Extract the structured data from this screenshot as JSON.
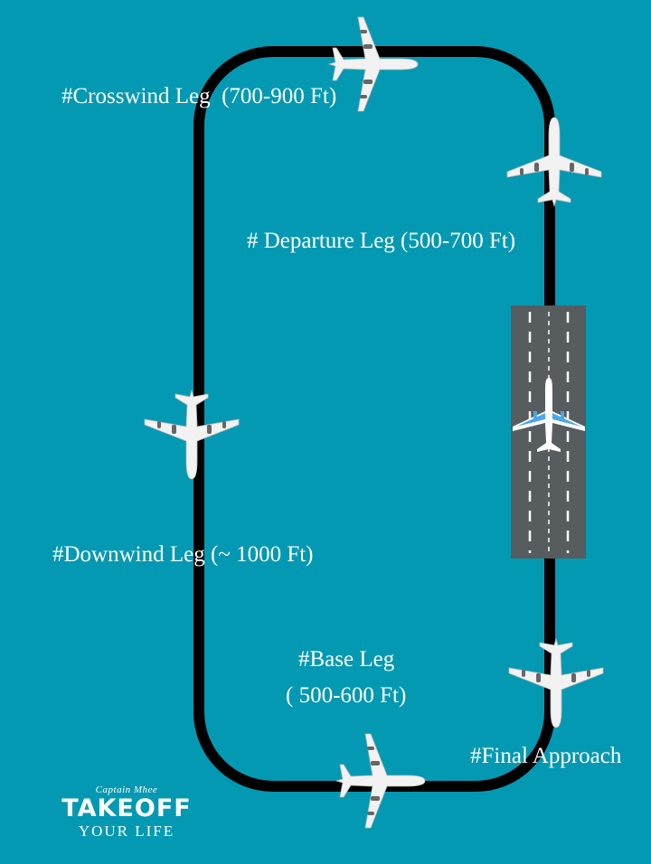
{
  "colors": {
    "background": "#0499b3",
    "track": "#000000",
    "runway": "#575c5f",
    "text": "#ffffff",
    "runway_plane_accent": "#4aa8e8"
  },
  "legs": {
    "crosswind": "#Crosswind Leg  (700-900 Ft)",
    "departure": "# Departure Leg (500-700 Ft)",
    "downwind": "#Downwind Leg (~ 1000 Ft)",
    "base_line1": "#Base Leg",
    "base_line2": "( 500-600 Ft)",
    "final": "#Final Approach"
  },
  "logo": {
    "caption": "Captain Mhee",
    "title": "TAKEOFF",
    "subtitle": "YOUR LIFE"
  },
  "icons": [
    "airplane-icon",
    "runway"
  ]
}
